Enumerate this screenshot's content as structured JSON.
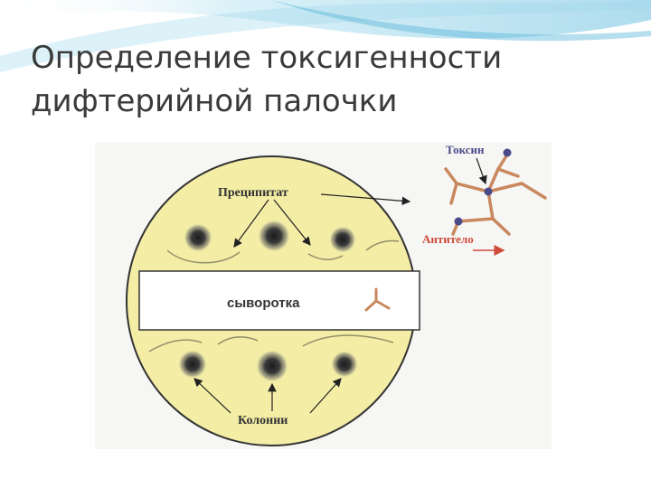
{
  "slide": {
    "title_line1": "Определение токсигенности",
    "title_line2": "дифтерийной палочки"
  },
  "figure": {
    "labels": {
      "precipitate": "Преципитат",
      "serum": "сыворотка",
      "colonies": "Колонии",
      "toxin": "Токсин",
      "antibody": "Антитело"
    }
  },
  "colors": {
    "plate": "#f3eda6",
    "wave": "#8fd0e8",
    "antibody": "#c9885e",
    "toxin": "#4a4a8a",
    "arrow_red": "#d04a3a"
  }
}
